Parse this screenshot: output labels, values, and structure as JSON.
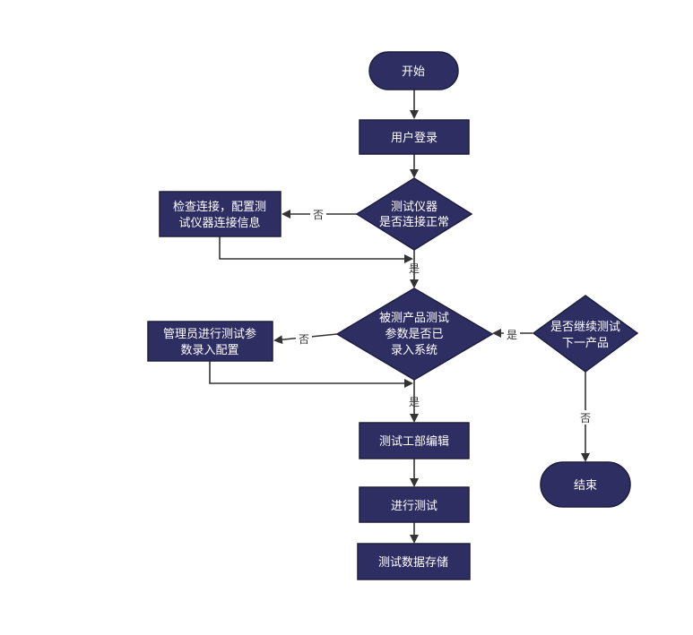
{
  "nodes": {
    "start": "开始",
    "login": "用户登录",
    "check_instrument": [
      "测试仪器",
      "是否连接正常"
    ],
    "check_connection": [
      "检查连接，配置测",
      "试仪器连接信息"
    ],
    "params_entered": [
      "被测产品测试",
      "参数是否已",
      "录入系统"
    ],
    "admin_entry": [
      "管理员进行测试参",
      "数录入配置"
    ],
    "continue_test": [
      "是否继续测试",
      "下一产品"
    ],
    "end": "结束",
    "edit": "测试工部编辑",
    "run_test": "进行测试",
    "store": "测试数据存储"
  },
  "edges": {
    "no": "否",
    "yes": "是"
  },
  "colors": {
    "node_fill": "#2e2e63",
    "node_text": "#ffffff",
    "connector": "#333333"
  }
}
